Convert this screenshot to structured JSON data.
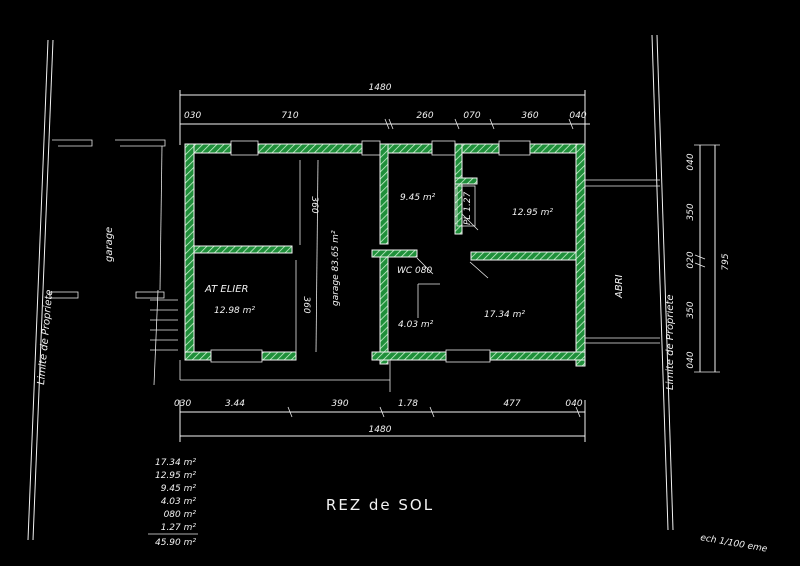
{
  "title": "REZ de SOL",
  "scale": "ech 1/100 eme",
  "top_dims": {
    "total": "1480",
    "segments": [
      "030",
      "710",
      "260",
      "070",
      "360",
      "040"
    ]
  },
  "bottom_dims": {
    "total": "1480",
    "segments": [
      "030",
      "3.44",
      "390",
      "1.78",
      "477",
      "040"
    ]
  },
  "right_dims": {
    "total": "795",
    "segments": [
      "040",
      "350",
      "020",
      "350",
      "040"
    ]
  },
  "left_dims": {
    "upper": "360",
    "lower": "360"
  },
  "rooms": {
    "atelier_name": "AT ELIER",
    "atelier_area": "12.98 m²",
    "garage_label": "garage 83.65 m²",
    "room_945": "9.45 m²",
    "pl": "PL 1.27",
    "room_1295": "12.95 m²",
    "wc": "WC 080",
    "room_403": "4.03 m²",
    "room_1734": "17.34 m²",
    "abri": "ABRI",
    "neighbor_garage": "garage"
  },
  "limits": {
    "left": "Limite de Propriete",
    "right": "Limite de Propriete"
  },
  "area_list": [
    "17.34 m²",
    "12.95 m²",
    "9.45 m²",
    "4.03 m²",
    "080 m²",
    "1.27 m²",
    "45.90 m²"
  ]
}
